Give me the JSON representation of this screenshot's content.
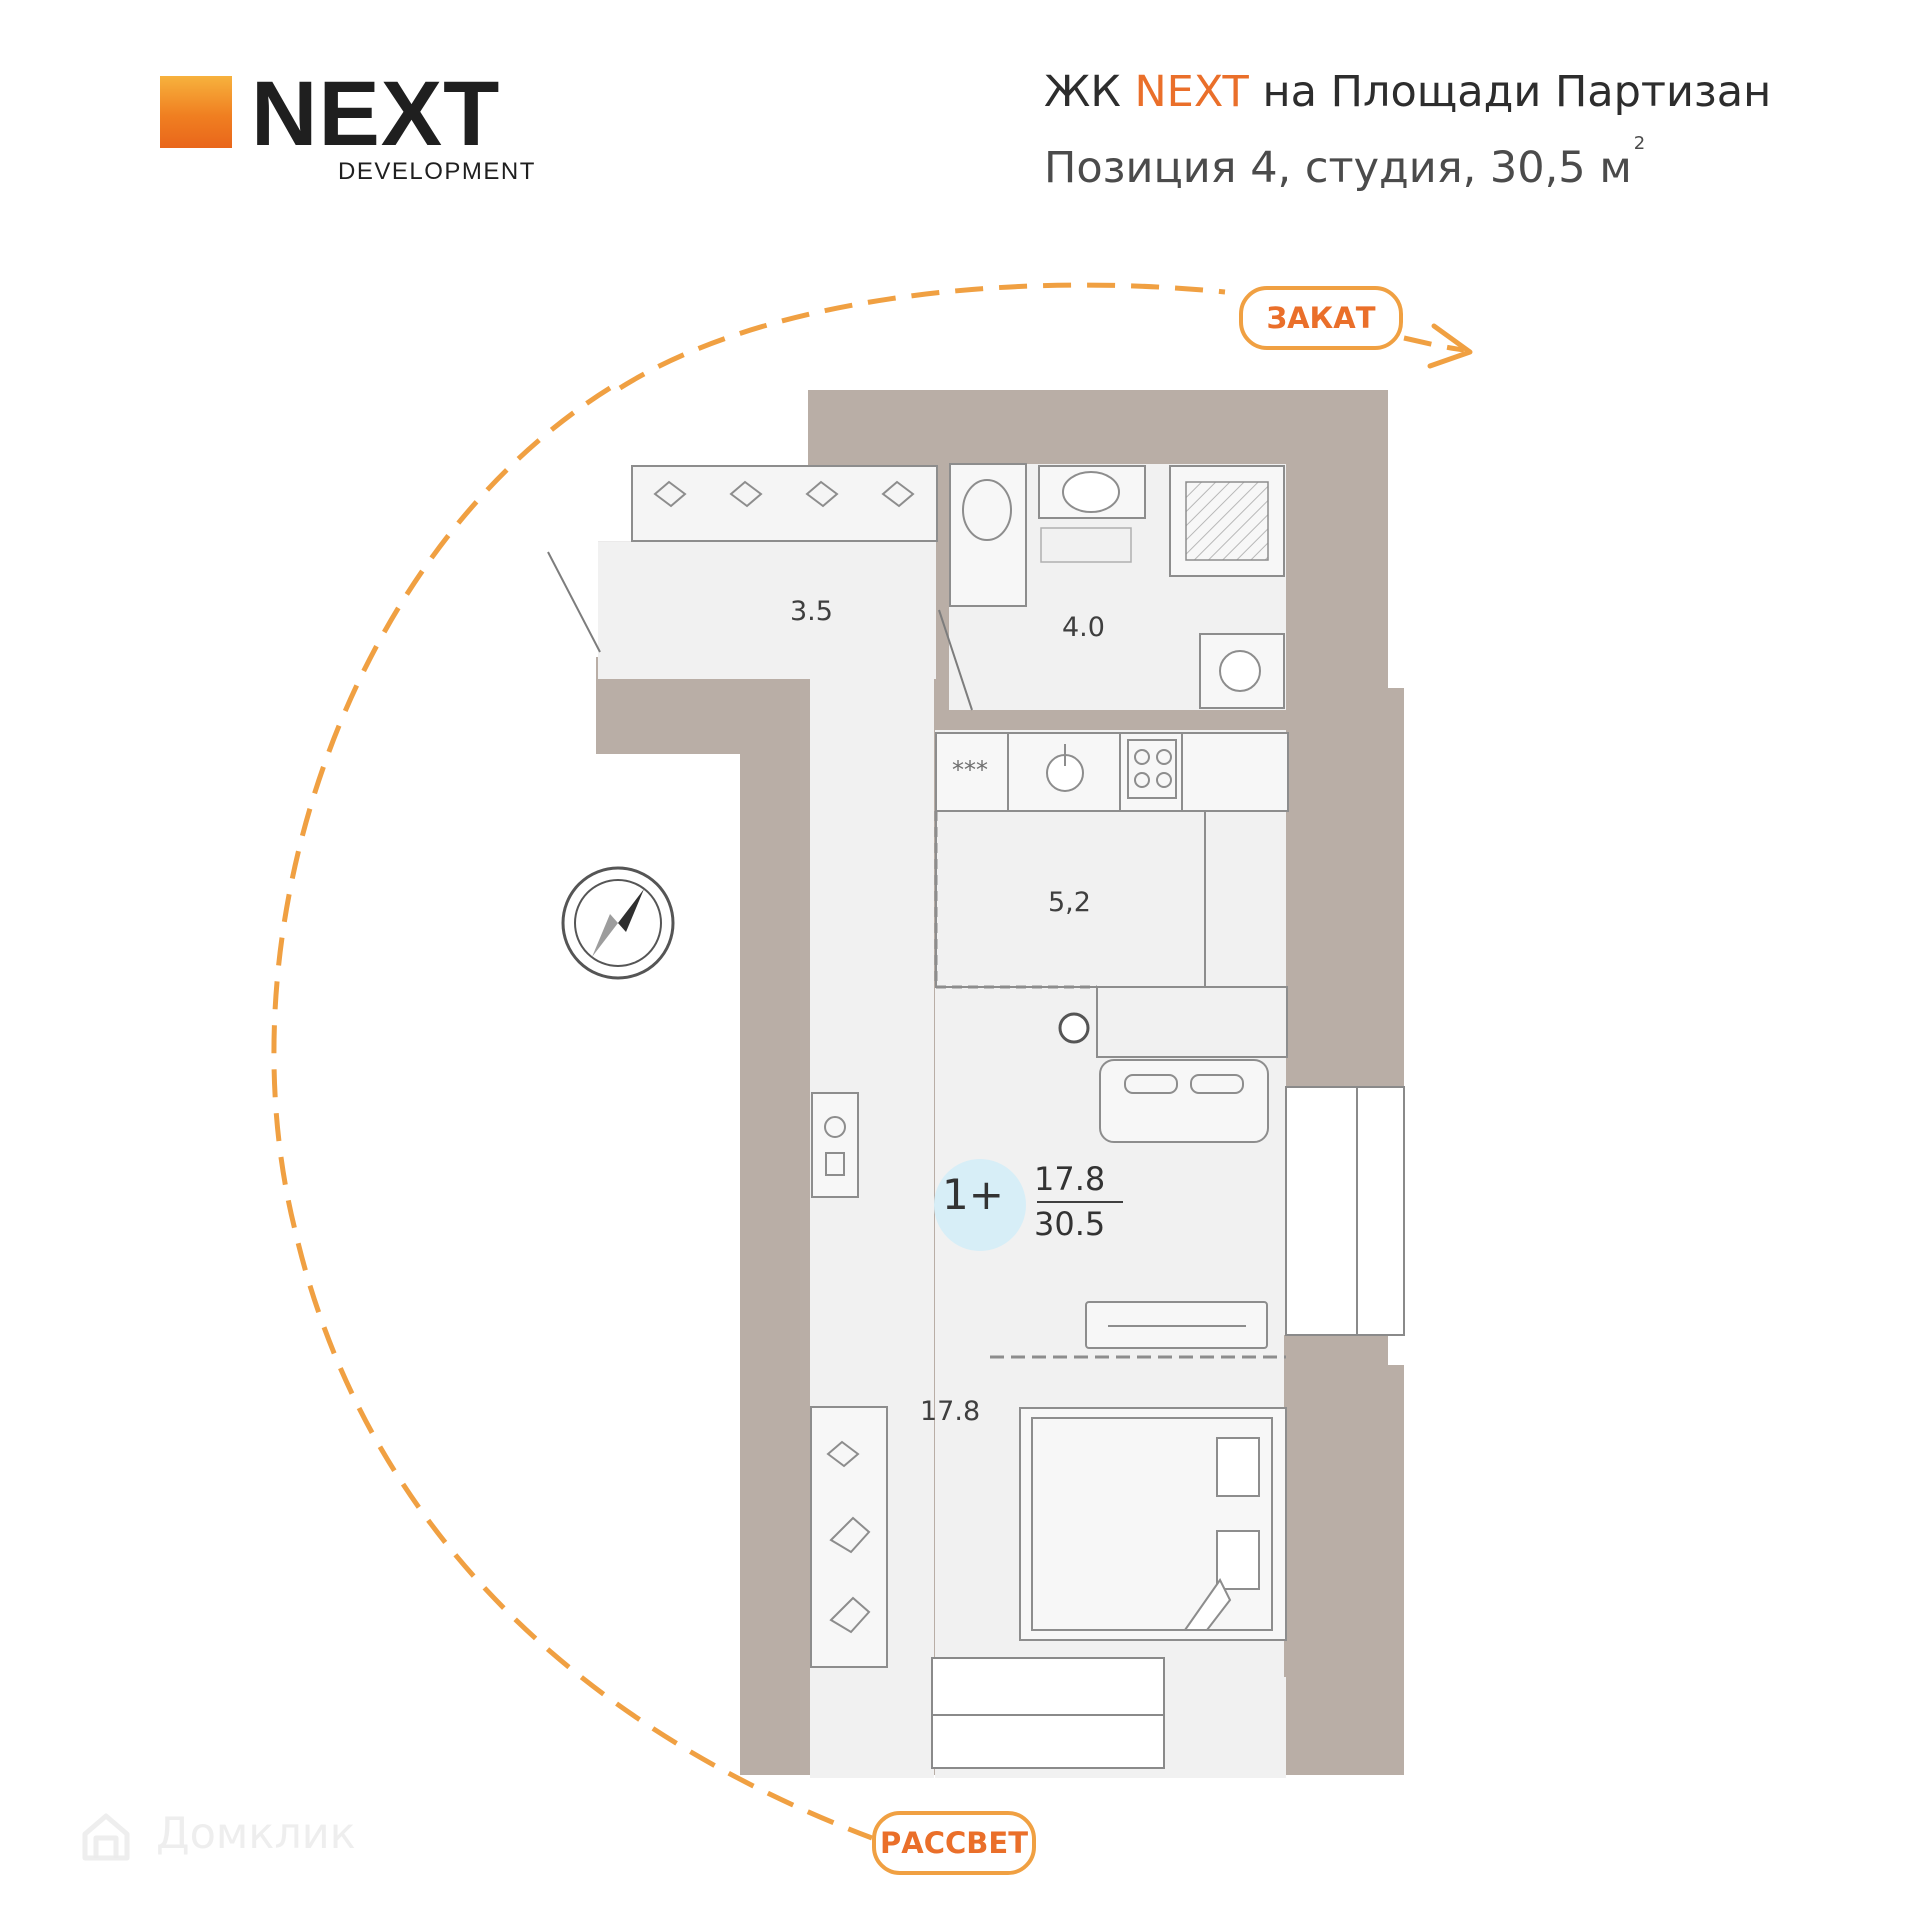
{
  "logo": {
    "brand": "NEXT",
    "subtitle": "DEVELOPMENT"
  },
  "header": {
    "title_prefix": "ЖК ",
    "title_brand": "NEXT",
    "title_rest": " на Площади Партизан",
    "subtitle_main": "Позиция 4, студия, 30,5 м",
    "subtitle_unit_power": "2"
  },
  "orientation": {
    "sunset_label": "ЗАКАТ",
    "sunrise_label": "РАССВЕТ"
  },
  "rooms": {
    "hall_area": "3.5",
    "bath_area": "4.0",
    "kitchen_area": "5,2",
    "living_area": "17.8"
  },
  "summary": {
    "type": "1+",
    "living_area": "17.8",
    "total_area": "30.5"
  },
  "watermark": {
    "text": "Домклик"
  },
  "colors": {
    "accent": "#ea6f2a",
    "accent_light": "#f0a042",
    "wall": "#b9aea6",
    "floor": "#f1f1f1",
    "badge": "#d7eef7"
  }
}
